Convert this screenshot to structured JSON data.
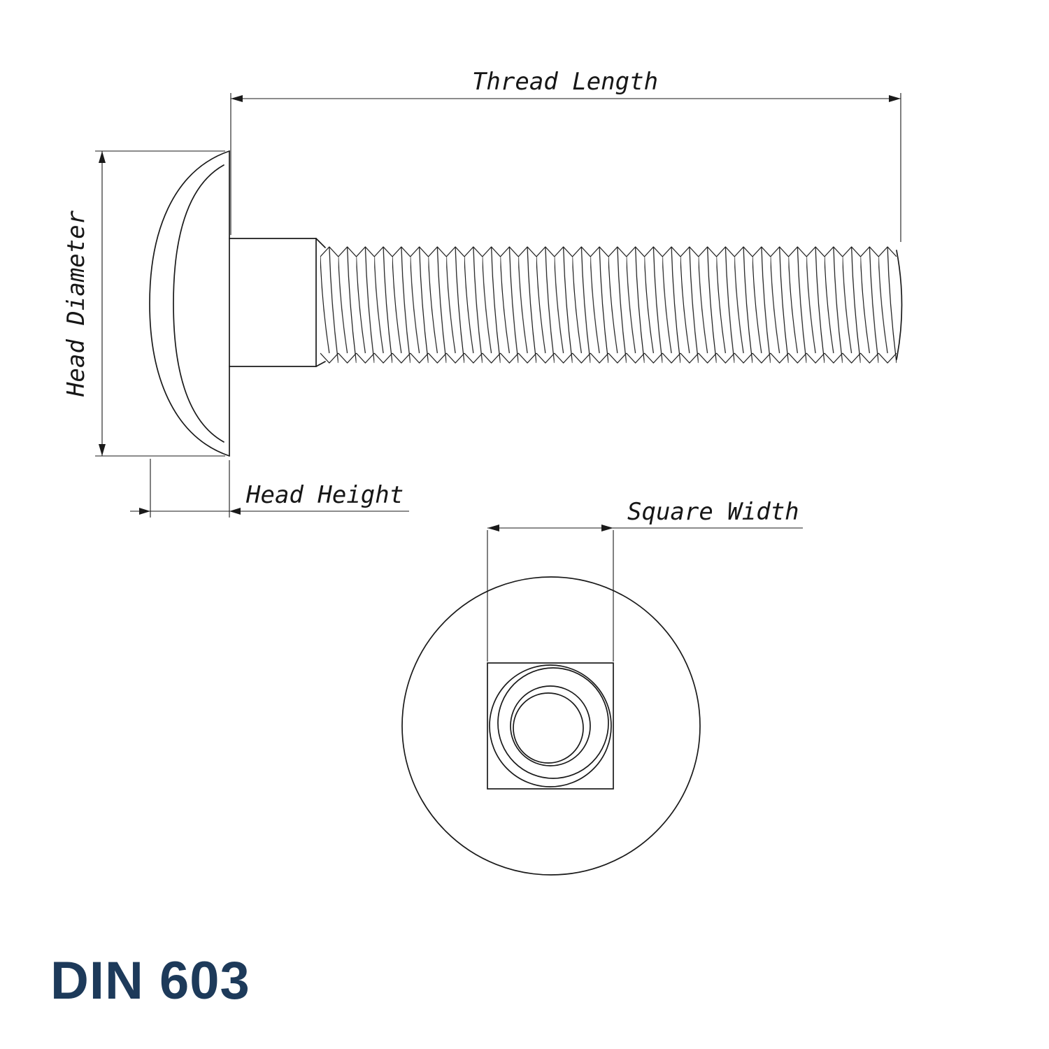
{
  "drawing": {
    "standard": "DIN 603",
    "type": "carriage bolt technical drawing",
    "dimension_labels": {
      "thread_length": "Thread Length",
      "head_diameter": "Head Diameter",
      "head_height": "Head Height",
      "square_width": "Square Width"
    }
  },
  "colors": {
    "line": "#1a1a1a",
    "title": "#1d3a5a",
    "background": "#ffffff"
  }
}
